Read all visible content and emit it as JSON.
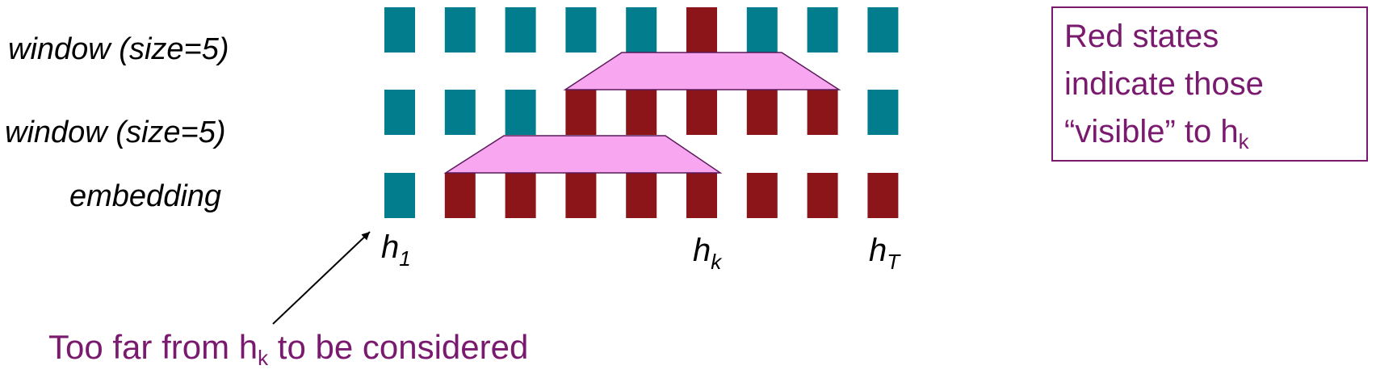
{
  "rows": {
    "window_top": {
      "label": "window (size=5)",
      "states": [
        "teal",
        "teal",
        "teal",
        "teal",
        "teal",
        "red",
        "teal",
        "teal",
        "teal"
      ]
    },
    "window_mid": {
      "label": "window (size=5)",
      "states": [
        "teal",
        "teal",
        "teal",
        "red",
        "red",
        "red",
        "red",
        "red",
        "teal"
      ]
    },
    "embedding": {
      "label": "embedding",
      "states": [
        "teal",
        "red",
        "red",
        "red",
        "red",
        "red",
        "red",
        "red",
        "red"
      ]
    }
  },
  "position_labels": {
    "h1": {
      "base": "h",
      "sub": "1"
    },
    "hk": {
      "base": "h",
      "sub": "k"
    },
    "hT": {
      "base": "h",
      "sub": "T"
    }
  },
  "legend": {
    "line1": "Red states",
    "line2": "indicate those",
    "line3_prefix": "“visible” to h",
    "line3_sub": "k"
  },
  "bottom_note": {
    "prefix": "Too far from h",
    "sub": "k",
    "suffix": " to be considered"
  },
  "colors": {
    "teal": "#027d8e",
    "red": "#8b1518",
    "window": "#f9a6f1",
    "text_purple": "#7a1a6e"
  }
}
